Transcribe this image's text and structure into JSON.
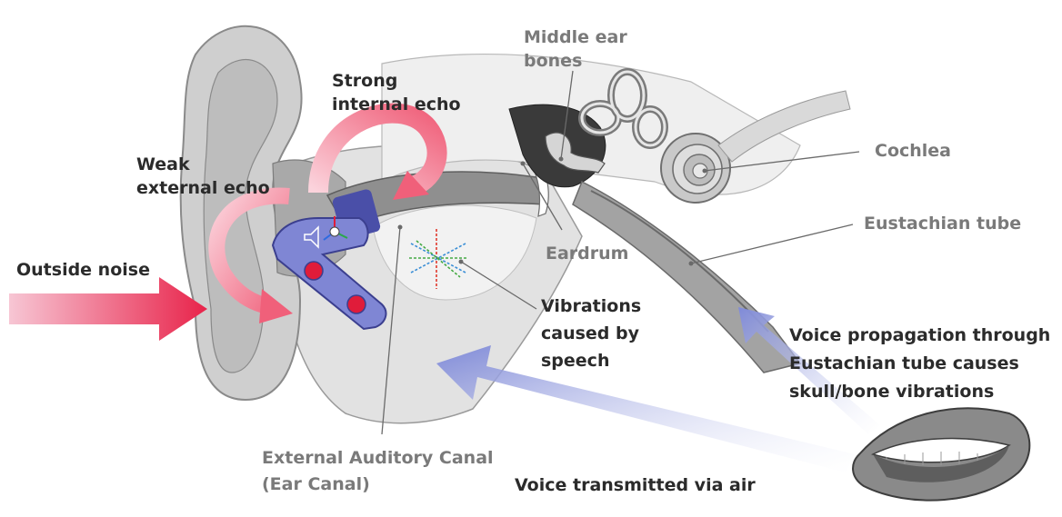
{
  "labels": {
    "middle_ear_bones": "Middle ear\nbones",
    "strong_internal_echo": "Strong\ninternal echo",
    "weak_external_echo": "Weak\nexternal echo",
    "cochlea": "Cochlea",
    "eustachian_tube": "Eustachian tube",
    "eardrum": "Eardrum",
    "outside_noise": "Outside noise",
    "vibrations": "Vibrations\ncaused by\nspeech",
    "voice_propagation": "Voice propagation through\nEustachian tube causes\nskull/bone vibrations",
    "external_canal": "External Auditory Canal\n(Ear Canal)",
    "voice_air": "Voice transmitted via air"
  },
  "colors": {
    "echo_arrow": "#f0607a",
    "noise_arrow": "#e8234a",
    "voice_arrow": "#7f8ad8",
    "device": "#7f86d4",
    "device_cap": "#4a4fa8",
    "sensor_dot": "#e01c3a",
    "skin": "#d9d9d9",
    "bone": "#f0f0f0",
    "leader": "#6a6a6a"
  },
  "icons": [
    "ear-anatomy-illustration",
    "earbud-device",
    "mouth-illustration",
    "vibration-arrows-icon",
    "speaker-icon",
    "imu-axes-icon"
  ]
}
